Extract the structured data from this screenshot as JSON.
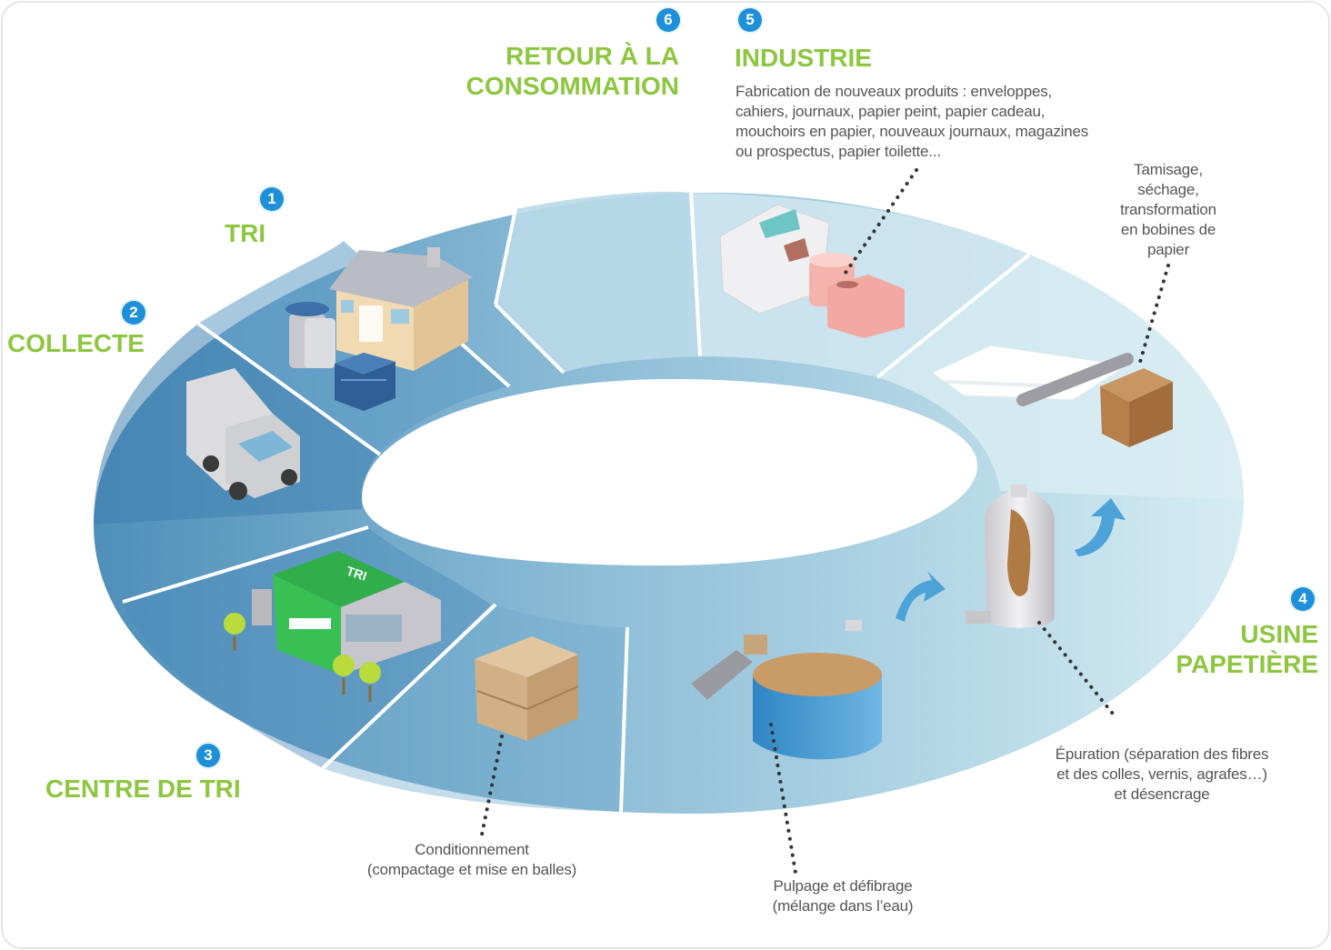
{
  "steps": {
    "tri": {
      "number": "1",
      "label": "TRI"
    },
    "collecte": {
      "number": "2",
      "label": "COLLECTE"
    },
    "centre_de_tri": {
      "number": "3",
      "label": "CENTRE DE TRI"
    },
    "usine_papetiere": {
      "number": "4",
      "label_line1": "USINE",
      "label_line2": "PAPETIÈRE"
    },
    "industrie": {
      "number": "5",
      "label": "INDUSTRIE"
    },
    "retour": {
      "number": "6",
      "label_line1": "RETOUR À LA",
      "label_line2": "CONSOMMATION"
    }
  },
  "notes": {
    "industrie": [
      "Fabrication de nouveaux produits : enveloppes,",
      "cahiers, journaux, papier peint, papier cadeau,",
      "mouchoirs en papier, nouveaux journaux, magazines",
      "ou prospectus, papier toilette..."
    ],
    "tamisage": [
      "Tamisage,",
      "séchage,",
      "transformation",
      "en bobines de",
      "papier"
    ],
    "epuration": [
      "Épuration (séparation des fibres",
      "et des colles, vernis, agrafes…)",
      "et désencrage"
    ],
    "pulpage": [
      "Pulpage et défibrage",
      "(mélange dans l’eau)"
    ],
    "conditionnement": [
      "Conditionnement",
      "(compactage et mise en balles)"
    ]
  },
  "signage": {
    "sorting_center_roof": "TRI"
  },
  "colors": {
    "accent_green": "#8dc63f",
    "badge_blue": "#1e90d9",
    "ring_dark": "#5e9cc2",
    "ring_light": "#c9e3ee"
  },
  "icons": [
    "house-icon",
    "trash-bins-icon",
    "recycling-crate-icon",
    "garbage-truck-icon",
    "sorting-center-icon",
    "bale-icon",
    "pulper-tank-icon",
    "purifier-column-icon",
    "paper-roll-machine-icon",
    "paper-products-icon"
  ]
}
